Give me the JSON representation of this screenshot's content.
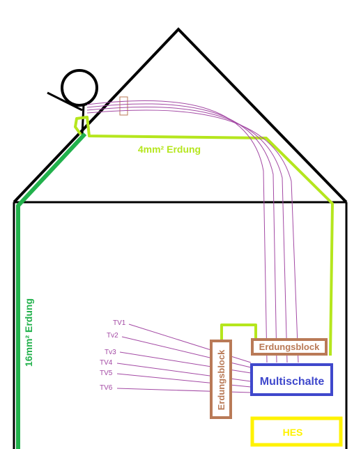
{
  "diagram": {
    "labels": {
      "earth_4mm": "4mm² Erdung",
      "earth_16mm": "16mm² Erdung",
      "block_top": "Erdungsblock",
      "block_side": "Erdungsblock",
      "multiswitch": "Multischalte",
      "hes": "HES"
    },
    "tv_outputs": [
      "TV1",
      "Tv2",
      "Tv3",
      "TV4",
      "TV5",
      "TV6"
    ],
    "colors": {
      "outline": "#000000",
      "earth_4mm": "#b5e61d",
      "earth_16mm": "#22b14c",
      "coax": "#a349a4",
      "block": "#b97a57",
      "multiswitch": "#3f48cc",
      "hes": "#fff200"
    }
  }
}
